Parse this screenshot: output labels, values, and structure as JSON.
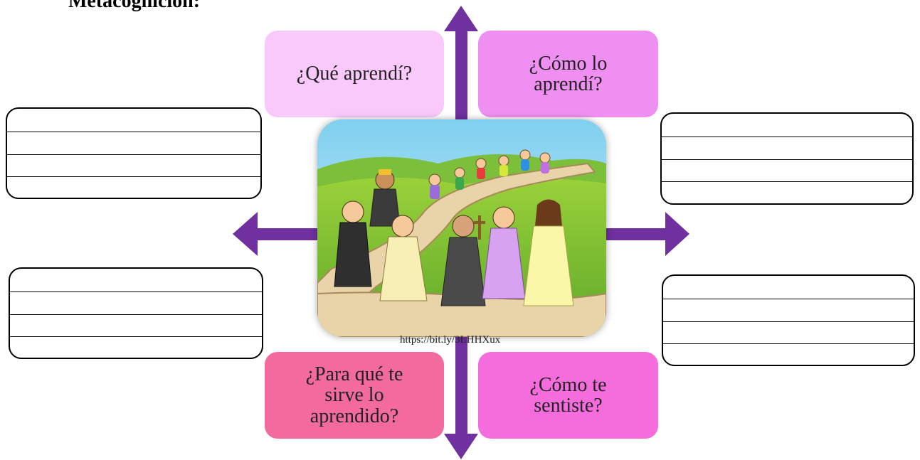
{
  "title": "Metacognición:",
  "questions": {
    "q1": "¿Qué aprendí?",
    "q2": "¿Cómo lo\naprendí?",
    "q3": "¿Para qué te\nsirve lo\naprendido?",
    "q4": "¿Cómo te\nsentiste?"
  },
  "image_credit": "https://bit.ly/3LHHXux",
  "colors": {
    "arrow": "#7030a0",
    "q1_bg": "#f9c9fb",
    "q2_bg": "#f08ff2",
    "q3_bg": "#f36b9e",
    "q4_bg": "#f56ddc"
  },
  "illustration": {
    "subject": "group-walking-on-path-illustration"
  }
}
